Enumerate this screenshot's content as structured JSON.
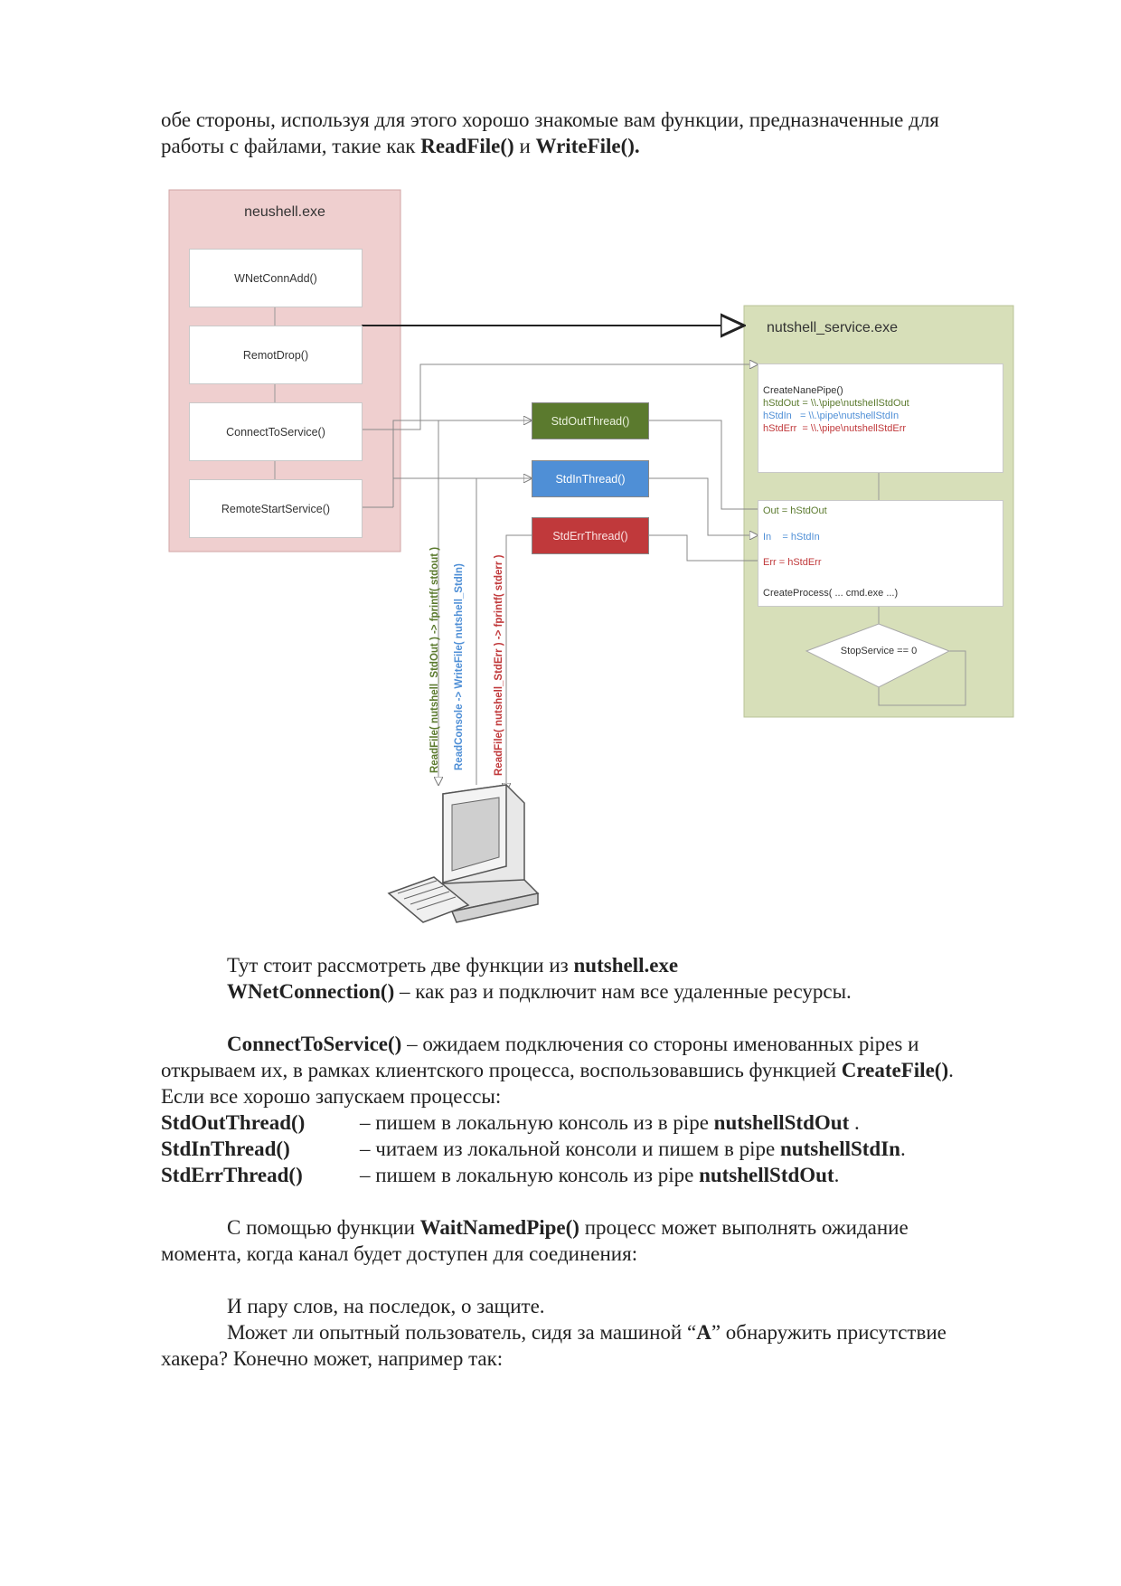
{
  "intro": {
    "line1": "обе стороны, используя для этого хорошо знакомые вам функции, предназначенные для",
    "line2_a": "работы с файлами, такие как ",
    "line2_b": "ReadFile()",
    "line2_c": " и ",
    "line2_d": "WriteFile()."
  },
  "diagram": {
    "client_title": "neushell.exe",
    "client_fns": [
      "WNetConnAdd()",
      "RemotDrop()",
      "ConnectToService()",
      "RemoteStartService()"
    ],
    "service_title": "nutshell_service.exe",
    "pipes": {
      "line1": "CreateNanePipe()",
      "line2": "hStdOut = \\\\.\\pipe\\nutsheIlStdOut",
      "line3": "hStdIn   = \\\\.\\pipe\\nutshellStdIn",
      "line4": "hStdErr  = \\\\.\\pipe\\nutshellStdErr"
    },
    "process": {
      "out": "Out = hStdOut",
      "in": "In    = hStdIn",
      "err": "Err = hStdErr",
      "create": "CreateProcess( ... cmd.exe ...)"
    },
    "decision": "StopService == 0",
    "threads": [
      "StdOutThread()",
      "StdInThread()",
      "StdErrThread()"
    ],
    "vlabels": [
      "ReadFile( nutshell_StdOut ) -> fprintf( stdout )",
      "ReadConsole -> WriteFile( nutshell_StdIn)",
      "ReadFile( nutshell_StdErr ) -> fprintf( stderr )"
    ],
    "colors": {
      "client_bg": "#efcfcf",
      "service_bg": "#d7dfb9",
      "stdout": "#5b7a2e",
      "stdin": "#4f8fd6",
      "stderr": "#c0393b"
    }
  },
  "body": {
    "p1_a": "Тут стоит рассмотреть две функции из ",
    "p1_b": "nutshell.exe",
    "p2_a": "WNetConnection()",
    "p2_b": " – как раз и подключит нам все удаленные ресурсы.",
    "p3_a": "ConnectToService()",
    "p3_b": " – ожидаем подключения со стороны именованных pipes и",
    "p4_a": "открываем их, в рамках клиентского процесса, воспользовавшись функцией ",
    "p4_b": "CreateFile()",
    "p4_c": ".",
    "p5": "Если все хорошо запускаем процессы:",
    "rows": [
      {
        "fn": "StdOutThread()",
        "a": "– пишем в локальную консоль из в pipe ",
        "b": "nutshellStdOut",
        "c": " ."
      },
      {
        "fn": "StdInThread()",
        "a": "– читаем из локальной консоли и пишем в pipe ",
        "b": "nutshellStdIn",
        "c": "."
      },
      {
        "fn": "StdErrThread()",
        "a": "– пишем в локальную консоль из  pipe ",
        "b": "nutshellStdOut",
        "c": "."
      }
    ],
    "p6_a": "С помощью функции ",
    "p6_b": "WaitNamedPipe()",
    "p6_c": " процесс может выполнять ожидание",
    "p7": "момента, когда канал будет доступен для соединения:",
    "p8": "И пару слов, на последок, о защите.",
    "p9_a": "Может ли опытный пользователь, сидя за машиной “",
    "p9_b": "A",
    "p9_c": "” обнаружить присутствие",
    "p10": "хакера? Конечно может, например так:"
  }
}
